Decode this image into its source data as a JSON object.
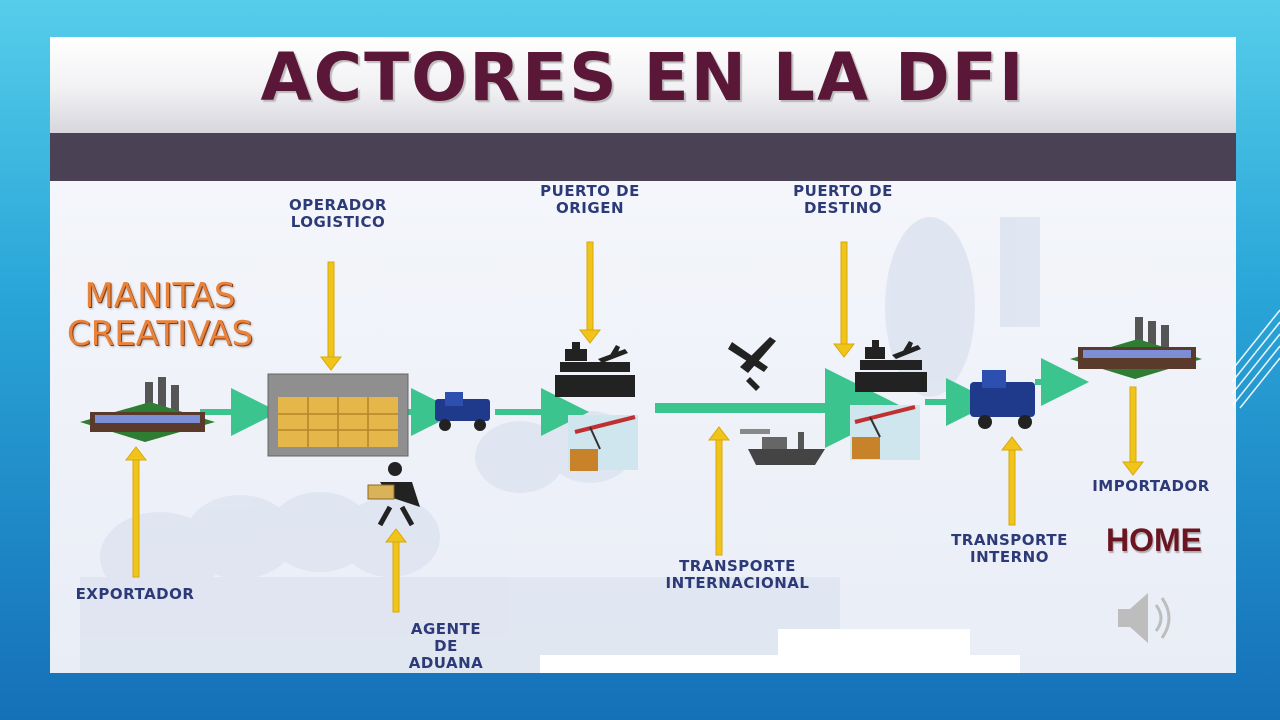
{
  "slide": {
    "title": "ACTORES EN LA DFI",
    "brand_line1": "MANITAS",
    "brand_line2": "CREATIVAS",
    "home_label": "HOME"
  },
  "actors": {
    "operador_line1": "OPERADOR",
    "operador_line2": "LOGISTICO",
    "puerto_origen_line1": "PUERTO DE",
    "puerto_origen_line2": "ORIGEN",
    "puerto_destino_line1": "PUERTO DE",
    "puerto_destino_line2": "DESTINO",
    "exportador": "EXPORTADOR",
    "importador": "IMPORTADOR",
    "agente_line1": "AGENTE",
    "agente_line2": "DE",
    "agente_line3": "ADUANA",
    "transporte_int_line1": "TRANSPORTE",
    "transporte_int_line2": "INTERNACIONAL",
    "transporte_interno_line1": "TRANSPORTE",
    "transporte_interno_line2": "INTERNO"
  },
  "colors": {
    "title": "#5a1738",
    "label": "#2d3a78",
    "arrow_yellow": "#f0c419",
    "arrow_green": "#3cc48e",
    "brand": "#e9823a",
    "home": "#6b1522"
  },
  "icons": [
    "factory-icon",
    "warehouse-icon",
    "truck-icon",
    "port-tower-icon",
    "crane-icon",
    "airplane-icon",
    "ship-icon",
    "customs-agent-icon",
    "speaker-icon"
  ]
}
